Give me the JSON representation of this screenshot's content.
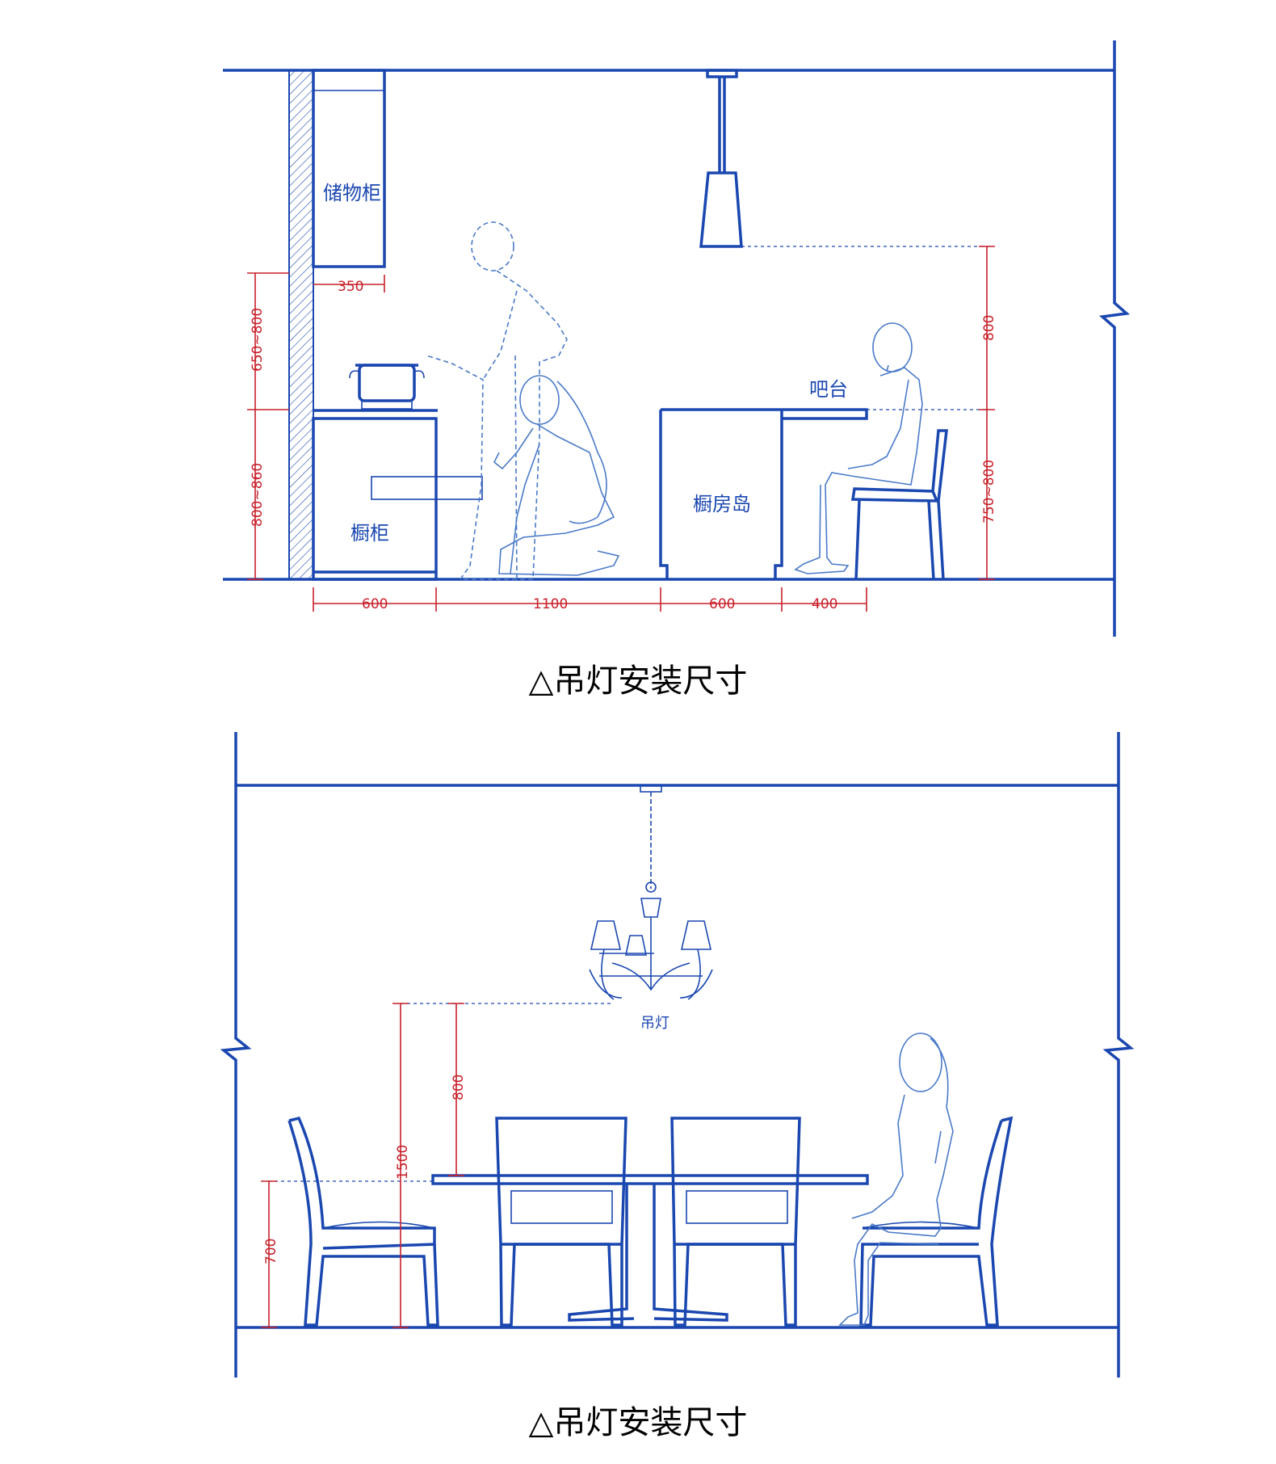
{
  "colors": {
    "line": "#1a47b0",
    "person": "#4a7ac8",
    "dimension": "#c8202a"
  },
  "kitchen": {
    "labels": {
      "storage_cabinet": "储物柜",
      "cabinet": "橱柜",
      "island": "橱房岛",
      "bar": "吧台"
    },
    "dims": {
      "h_upper": "650~800",
      "h_lower": "800~860",
      "w_upper": "350",
      "light_to_bar": "800",
      "bar_height": "750~800",
      "w_cabinet": "600",
      "w_aisle": "1100",
      "w_island": "600",
      "w_bar": "400"
    }
  },
  "dining": {
    "labels": {
      "pendant": "吊灯"
    },
    "dims": {
      "seat_height": "700",
      "light_height": "1500",
      "light_to_table": "800"
    }
  },
  "captions": {
    "top": "△吊灯安装尺寸",
    "bottom": "△吊灯安装尺寸"
  }
}
